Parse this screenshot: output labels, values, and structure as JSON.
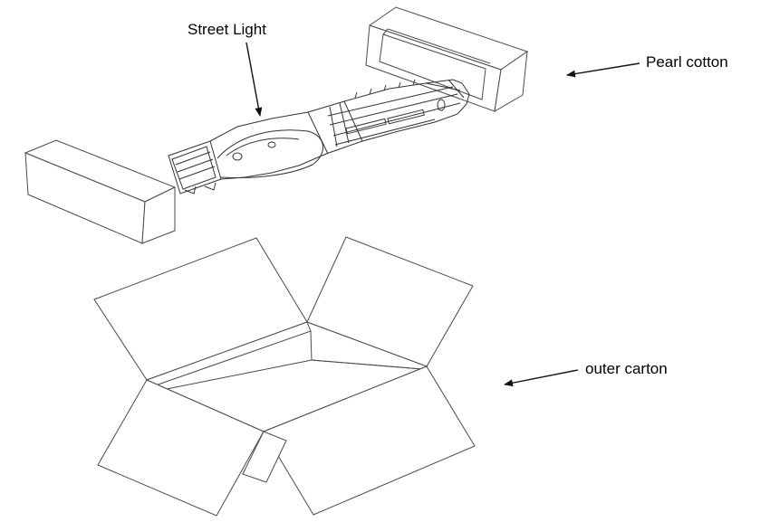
{
  "labels": {
    "street_light": "Street Light",
    "pearl_cotton": "Pearl cotton",
    "outer_carton": "outer carton"
  },
  "colors": {
    "line": "#4a4a4a",
    "arrow": "#111111",
    "background": "#ffffff"
  }
}
